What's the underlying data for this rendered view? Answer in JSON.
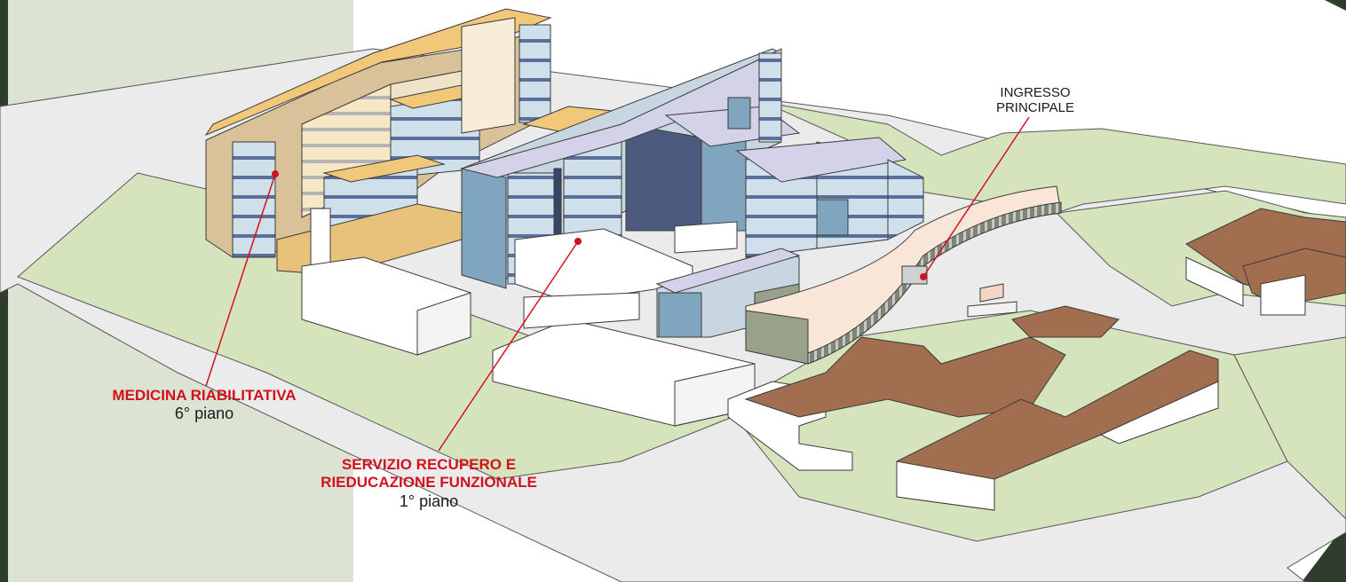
{
  "colors": {
    "accent_red": "#d2111e",
    "left_panel": "#dde3d2",
    "edge_strip": "#2e3d2c",
    "lawn": "#d6e4bd",
    "pavement": "#eaebea",
    "building_blue": "#7fa6be",
    "building_orange": "#f1c87a",
    "roof_lavender": "#d4d2e8",
    "roof_brown": "#a26e50"
  },
  "labels": {
    "ingresso_line1": "INGRESSO",
    "ingresso_line2": "PRINCIPALE",
    "medicina_title": "MEDICINA RIABILITATIVA",
    "medicina_floor": "6° piano",
    "servizio_line1": "SERVIZIO RECUPERO E",
    "servizio_line2": "RIEDUCAZIONE FUNZIONALE",
    "servizio_floor": "1° piano"
  }
}
